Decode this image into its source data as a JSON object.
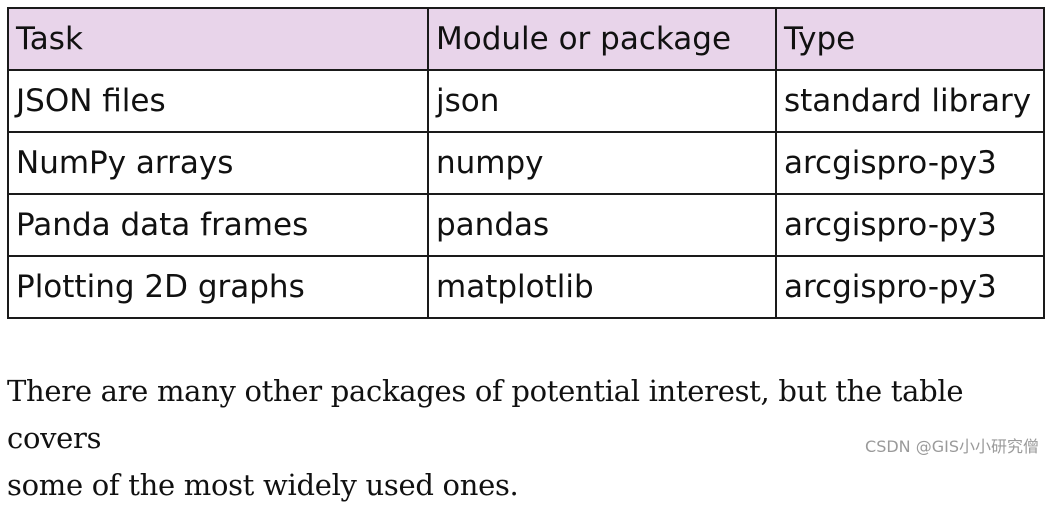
{
  "table": {
    "headers": [
      "Task",
      "Module or package",
      "Type"
    ],
    "rows": [
      [
        "JSON files",
        "json",
        "standard library"
      ],
      [
        "NumPy arrays",
        "numpy",
        "arcgispro-py3"
      ],
      [
        "Panda data frames",
        "pandas",
        "arcgispro-py3"
      ],
      [
        "Plotting 2D graphs",
        "matplotlib",
        "arcgispro-py3"
      ]
    ],
    "header_bg": "#e8d4ea"
  },
  "paragraph": {
    "line1": "There are many other packages of potential interest, but the table covers",
    "line2": "some of the most widely used ones."
  },
  "watermark": "CSDN @GIS小小研究僧"
}
